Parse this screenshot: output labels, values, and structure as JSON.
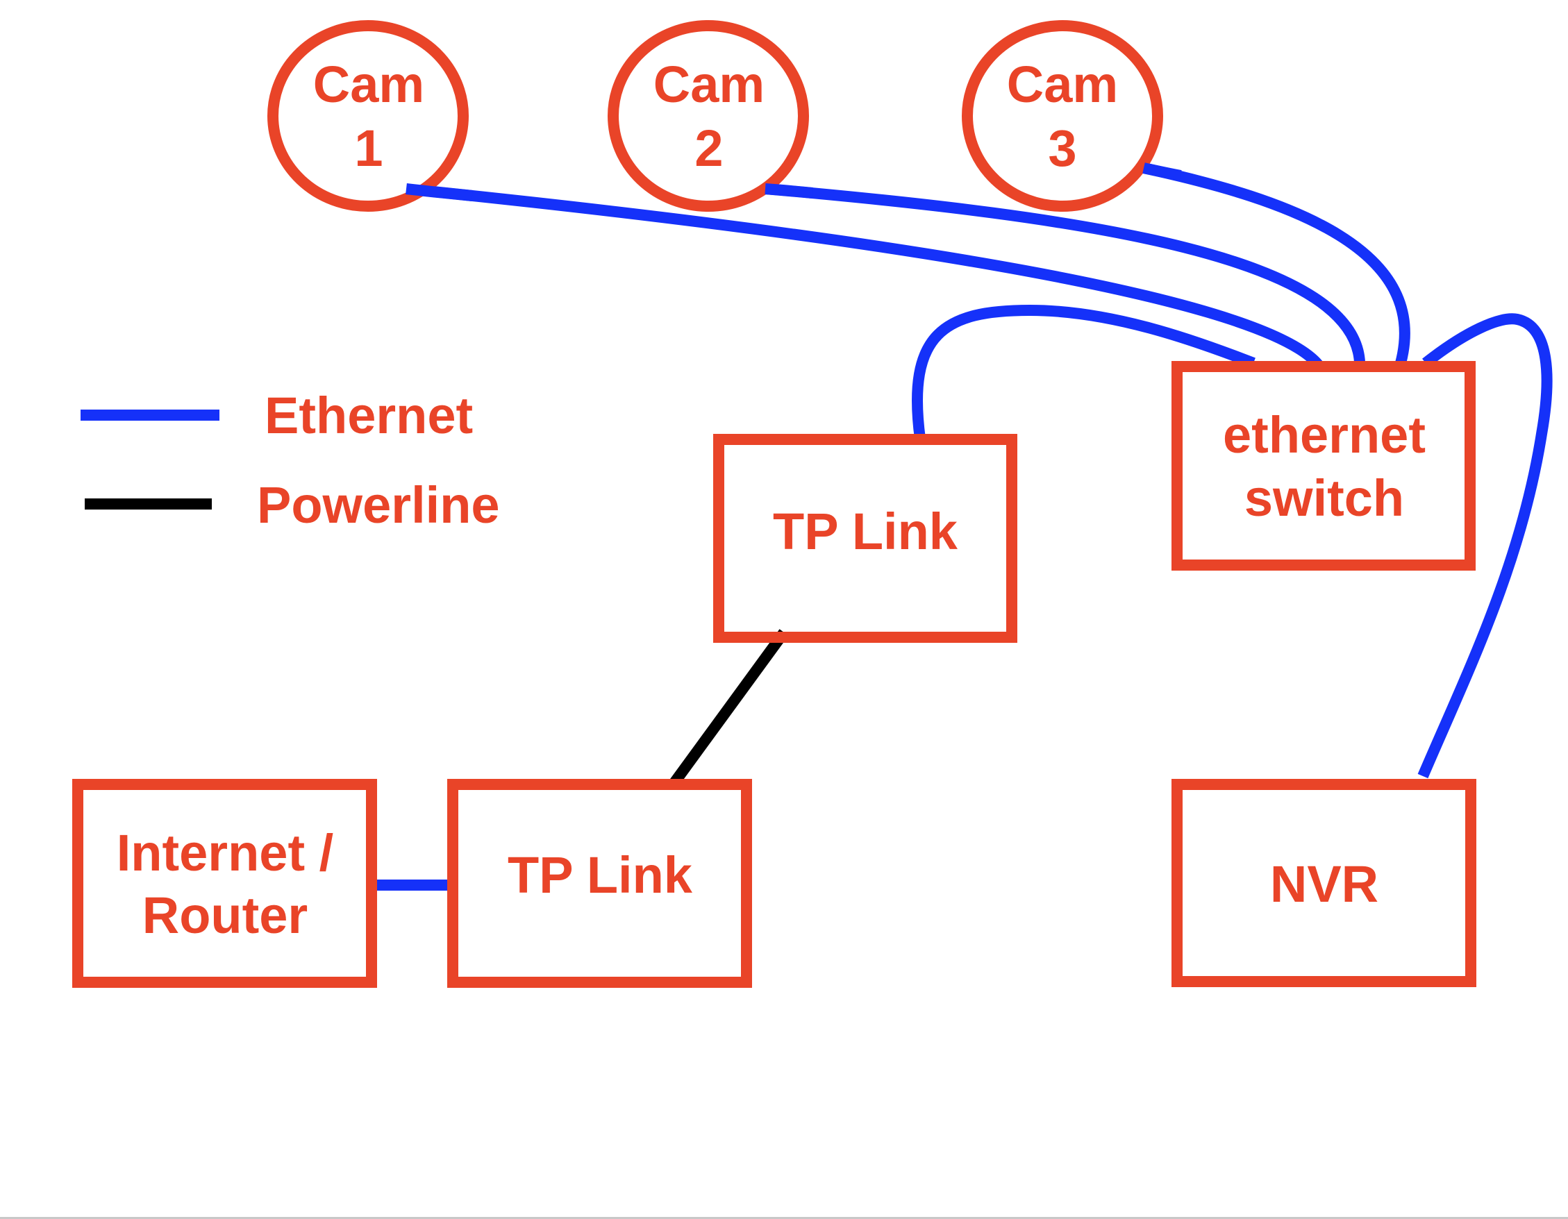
{
  "colors": {
    "node": "#E94428",
    "ethernet": "#1531F9",
    "powerline": "#000000"
  },
  "legend": [
    {
      "type": "ethernet",
      "label": "Ethernet"
    },
    {
      "type": "powerline",
      "label": "Powerline"
    }
  ],
  "cameras": [
    {
      "id": "cam1",
      "line1": "Cam",
      "line2": "1"
    },
    {
      "id": "cam2",
      "line1": "Cam",
      "line2": "2"
    },
    {
      "id": "cam3",
      "line1": "Cam",
      "line2": "3"
    }
  ],
  "devices": {
    "tplink_upper": {
      "lines": [
        "TP Link"
      ]
    },
    "switch": {
      "lines": [
        "ethernet",
        "switch"
      ]
    },
    "router": {
      "lines": [
        "Internet /",
        "Router"
      ]
    },
    "tplink_lower": {
      "lines": [
        "TP Link"
      ]
    },
    "nvr": {
      "lines": [
        "NVR"
      ]
    }
  },
  "connections": [
    {
      "from": "cam1",
      "to": "switch",
      "type": "ethernet"
    },
    {
      "from": "cam2",
      "to": "switch",
      "type": "ethernet"
    },
    {
      "from": "cam3",
      "to": "switch",
      "type": "ethernet"
    },
    {
      "from": "tplink_upper",
      "to": "switch",
      "type": "ethernet"
    },
    {
      "from": "switch",
      "to": "nvr",
      "type": "ethernet"
    },
    {
      "from": "router",
      "to": "tplink_lower",
      "type": "ethernet"
    },
    {
      "from": "tplink_lower",
      "to": "tplink_upper",
      "type": "powerline"
    }
  ]
}
